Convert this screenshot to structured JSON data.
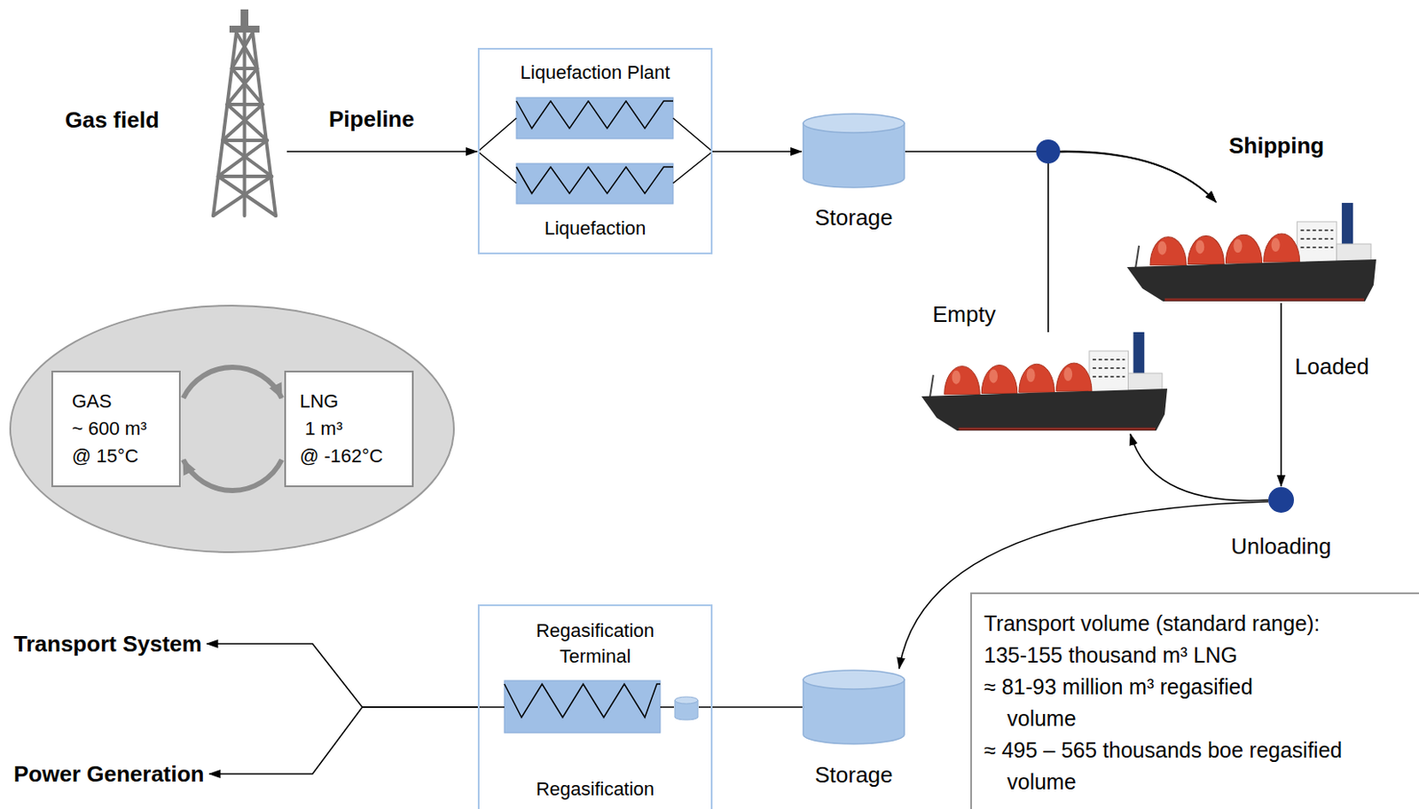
{
  "diagram": {
    "nodes": [
      {
        "text": [
          "Gas field"
        ]
      },
      {
        "text": [
          "Liquefaction Plant",
          "Liquefaction"
        ]
      },
      {
        "text": [
          "Storage"
        ]
      },
      {
        "text": [
          "Shipping"
        ]
      },
      {
        "text": [
          "Empty"
        ]
      },
      {
        "text": [
          "GAS",
          "~ 600 m³",
          "@ 15°C"
        ]
      },
      {
        "text": [
          "LNG",
          "1 m³",
          "@ -162°C"
        ]
      },
      {
        "text": [
          "Unloading"
        ]
      },
      {
        "text": [
          "Transport System"
        ]
      },
      {
        "text": [
          "Power Generation"
        ]
      },
      {
        "text": [
          "Regasification Terminal",
          "Regasification"
        ]
      },
      {
        "text": [
          "Storage"
        ]
      },
      {
        "text": [
          "Transport volume (standard range):",
          "135-155 thousand m³ LNG",
          "≈ 81-93 million m³ regasified volume",
          "≈ 495 – 565 thousands boe regasified volume"
        ]
      }
    ],
    "edges": [
      {
        "from": 0,
        "to": 1,
        "arrow": "to",
        "label": "Pipeline"
      },
      {
        "from": 1,
        "to": 2,
        "arrow": "to"
      },
      {
        "from": 2,
        "to": 3,
        "arrow": "to"
      },
      {
        "from": 4,
        "to": 3,
        "arrow": "to"
      },
      {
        "from": 5,
        "to": 6,
        "arrow": "to"
      },
      {
        "from": 6,
        "to": 5,
        "arrow": "to"
      },
      {
        "from": 3,
        "to": 7,
        "arrow": "to",
        "label": "Loaded"
      },
      {
        "from": 7,
        "to": 4,
        "arrow": "to"
      },
      {
        "from": 7,
        "to": 11,
        "arrow": "to"
      },
      {
        "from": 11,
        "to": 10,
        "arrow": "none"
      },
      {
        "from": 10,
        "to": 8,
        "arrow": "to"
      },
      {
        "from": 10,
        "to": 9,
        "arrow": "to"
      }
    ]
  }
}
